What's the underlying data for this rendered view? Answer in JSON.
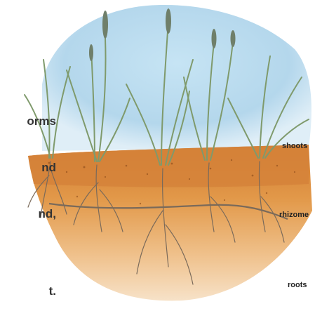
{
  "text_fragments": [
    "orms",
    "nd",
    "nd,",
    "",
    "t."
  ],
  "labels": {
    "shoots": "shoots",
    "rhizome": "rhizome",
    "roots": "roots"
  },
  "colors": {
    "sky": "#b9dcef",
    "soil_top": "#d98a3a",
    "soil_deep": "#f1cfa5",
    "grass": "#8fa87a",
    "root": "#7a6a5a",
    "text": "#333333"
  }
}
